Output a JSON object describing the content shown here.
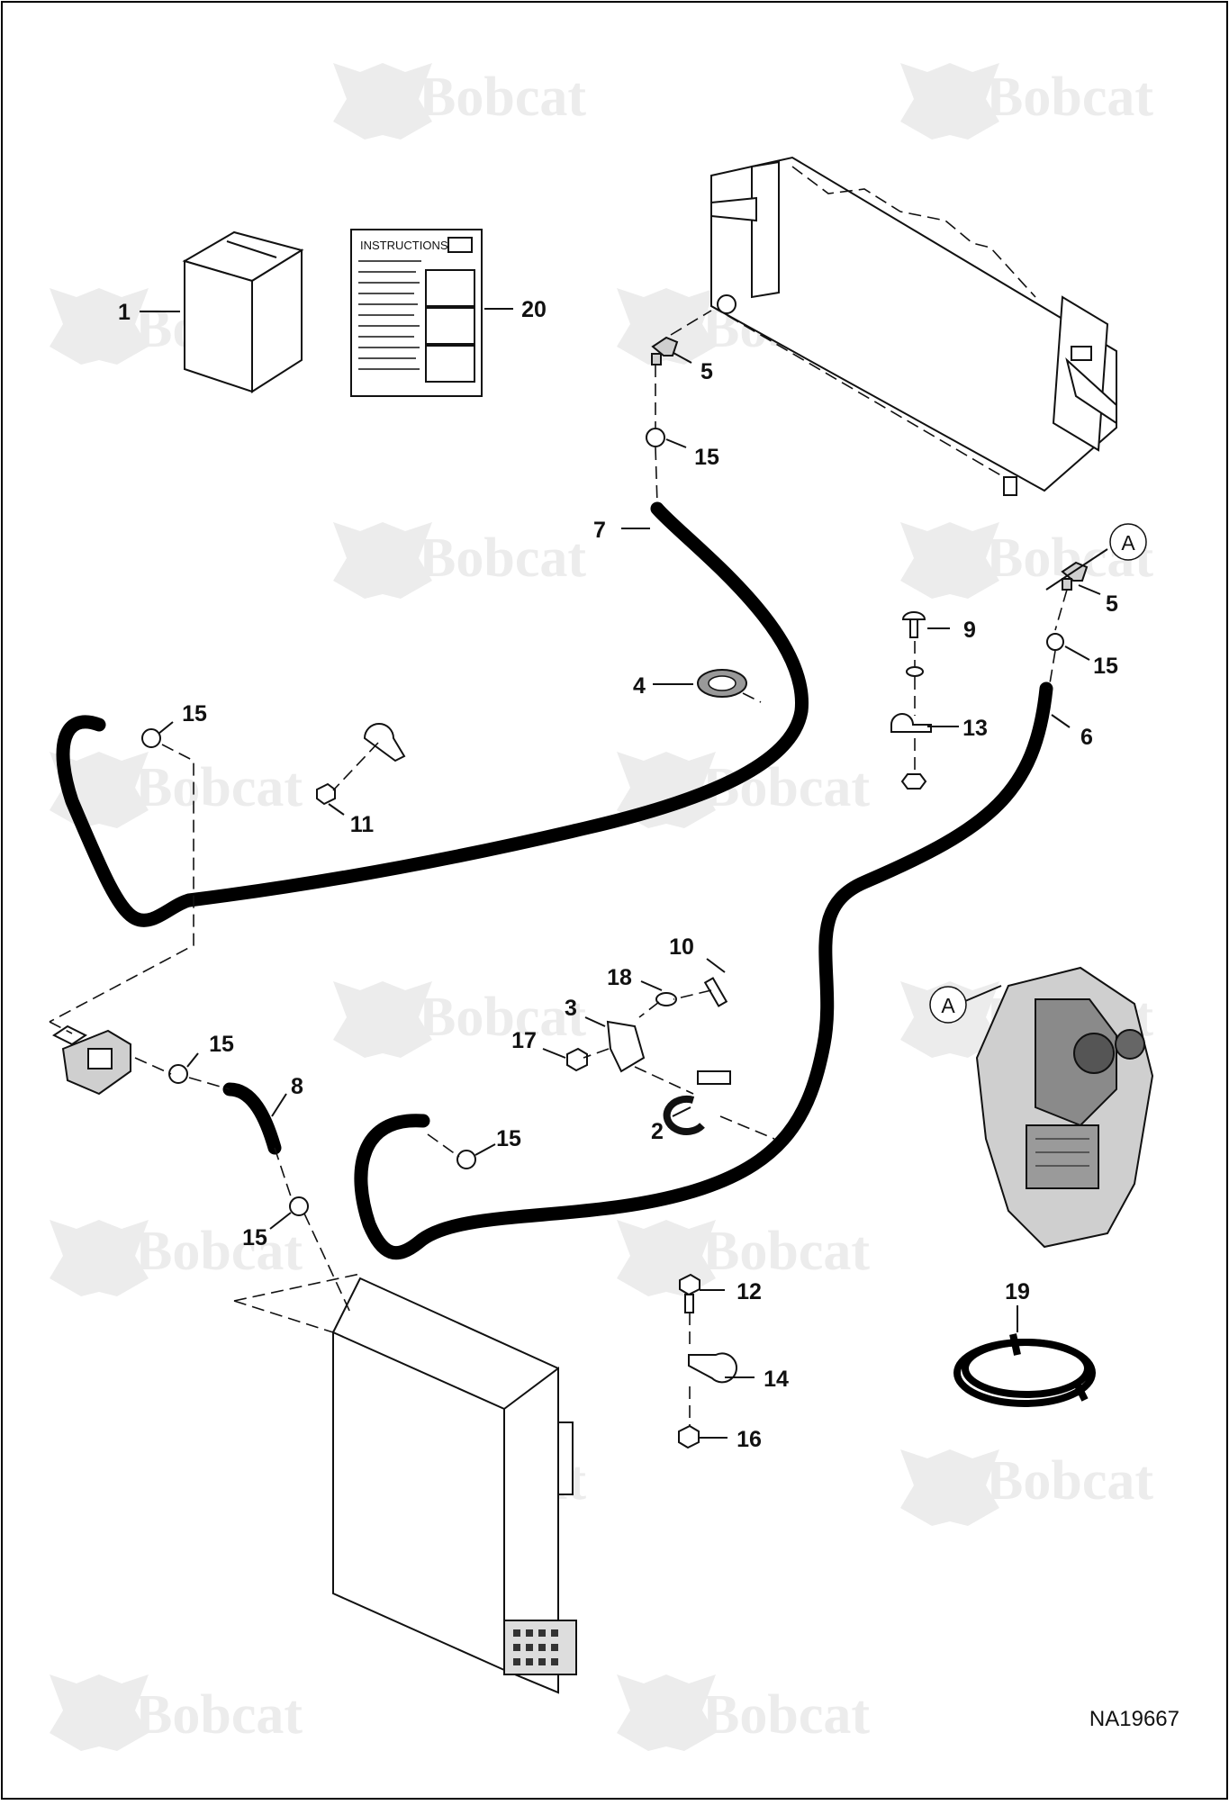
{
  "diagram": {
    "figure_id": "NA19667",
    "watermark_text": "Bobcat",
    "instructions_label": "INSTRUCTIONS",
    "reference_marker": "A",
    "callouts": {
      "c1": "1",
      "c20": "20",
      "c5a": "5",
      "c15a": "15",
      "c7": "7",
      "c5b": "5",
      "c15b": "15",
      "c9": "9",
      "c6": "6",
      "c4": "4",
      "c13": "13",
      "c15c": "15",
      "c11": "11",
      "c10": "10",
      "c18": "18",
      "c3": "3",
      "c17": "17",
      "c2": "2",
      "c15d": "15",
      "c8": "8",
      "c15e": "15",
      "c15f": "15",
      "c12": "12",
      "c14": "14",
      "c16": "16",
      "c19": "19"
    }
  }
}
